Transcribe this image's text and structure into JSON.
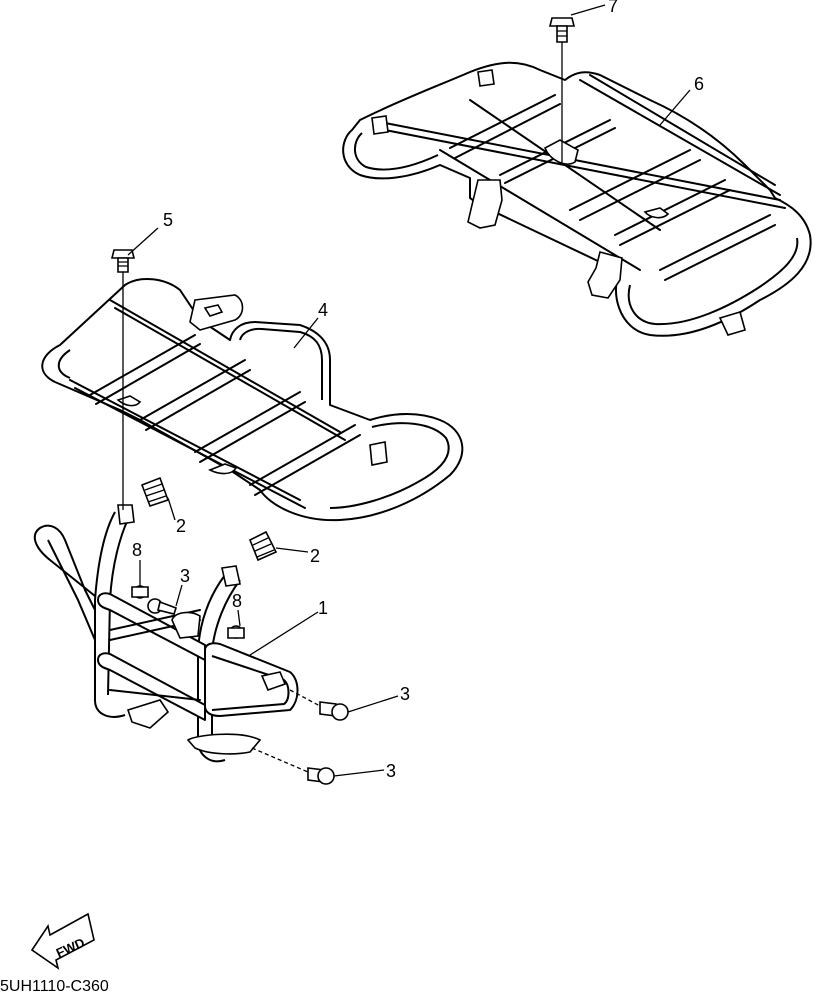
{
  "diagram": {
    "code": "5UH1110-C360",
    "fwd_label": "FWD",
    "callouts": [
      {
        "id": "1",
        "part": "front-guard"
      },
      {
        "id": "2",
        "part": "damper-front-left"
      },
      {
        "id": "2",
        "part": "damper-front-right"
      },
      {
        "id": "3",
        "part": "bolt-upper"
      },
      {
        "id": "3",
        "part": "bolt-lower-1"
      },
      {
        "id": "3",
        "part": "bolt-lower-2"
      },
      {
        "id": "4",
        "part": "front-carrier"
      },
      {
        "id": "5",
        "part": "front-carrier-bolt"
      },
      {
        "id": "6",
        "part": "rear-carrier"
      },
      {
        "id": "7",
        "part": "rear-carrier-bolt"
      },
      {
        "id": "8",
        "part": "bolt-left"
      },
      {
        "id": "8",
        "part": "bolt-right"
      }
    ]
  }
}
